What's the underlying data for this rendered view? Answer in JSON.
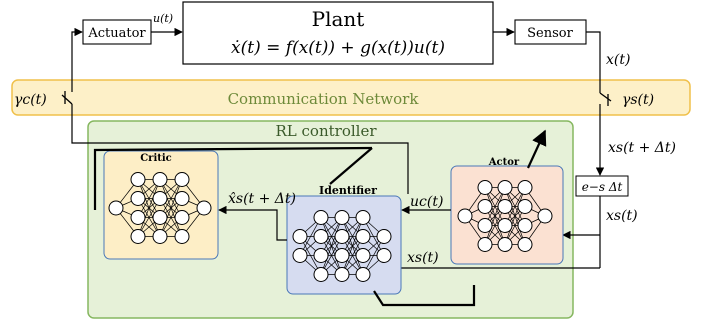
{
  "plant": {
    "title": "Plant",
    "equation": "ẋ(t) = f(x(t)) + g(x(t))u(t)"
  },
  "actuator_label": "Actuator",
  "sensor_label": "Sensor",
  "network_label": "Communication Network",
  "rl_label": "RL controller",
  "critic_label": "Critic",
  "identifier_label": "Identifier",
  "actor_label": "Actor",
  "signals": {
    "u_t": "u(t)",
    "x_t": "x(t)",
    "gamma_c": "γc(t)",
    "gamma_s": "γs(t)",
    "xs_delay": "xs(t + Δt)",
    "delay_block": "e−s Δt",
    "xs_t": "xs(t)",
    "xs_t_identifier": "xs(t)",
    "uc_t": "uc(t)",
    "xhat": "x̂s(t + Δt)"
  },
  "colors": {
    "network_fill": "#fdf0c8",
    "network_stroke": "#f0c04a",
    "rl_fill": "#e6f1d8",
    "rl_stroke": "#86b760",
    "critic_fill": "#fdeec6",
    "identifier_fill": "#d6dcf0",
    "actor_fill": "#fbe1d2",
    "net_box_stroke": "#4a78b8",
    "network_text": "#6e8a3a"
  }
}
